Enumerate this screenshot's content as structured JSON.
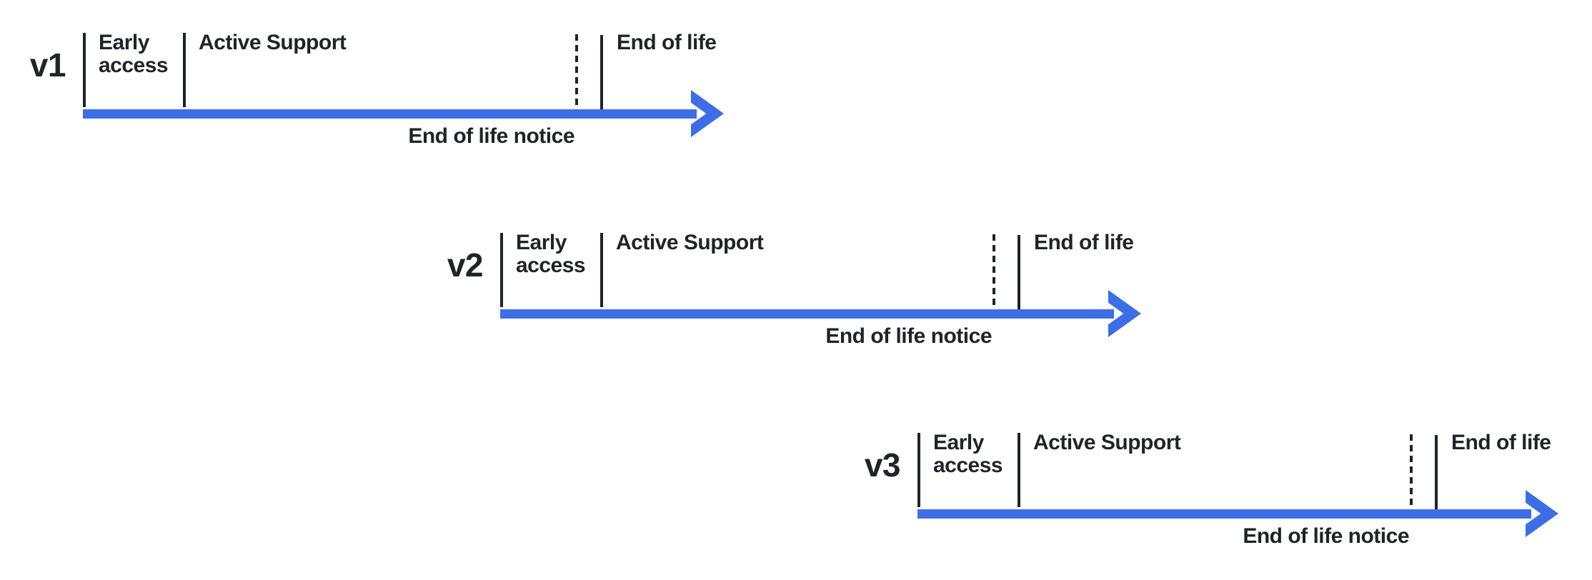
{
  "diagram": {
    "rows": [
      {
        "version": "v1",
        "early_access": "Early\naccess",
        "active_support": "Active Support",
        "end_of_life": "End of life",
        "end_of_life_notice": "End of life notice"
      },
      {
        "version": "v2",
        "early_access": "Early\naccess",
        "active_support": "Active Support",
        "end_of_life": "End of life",
        "end_of_life_notice": "End of life notice"
      },
      {
        "version": "v3",
        "early_access": "Early\naccess",
        "active_support": "Active Support",
        "end_of_life": "End of life",
        "end_of_life_notice": "End of life notice"
      }
    ]
  },
  "colors": {
    "arrow_blue": "#3D6EE7",
    "ink": "#1F2428"
  }
}
